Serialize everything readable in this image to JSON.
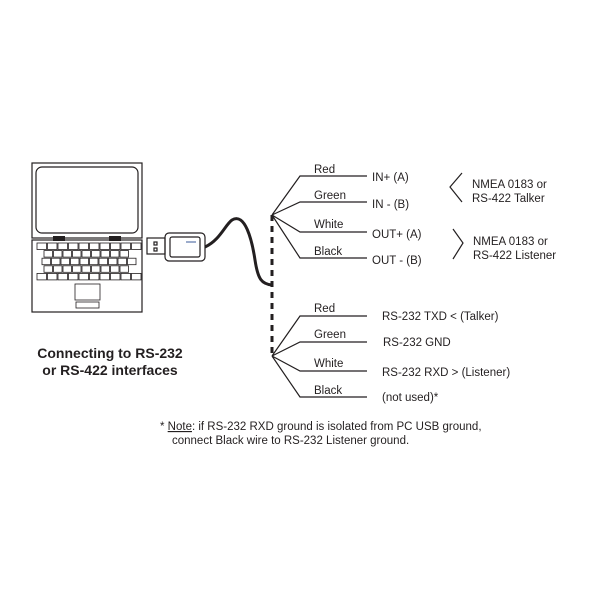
{
  "title": {
    "line1": "Connecting to RS-232",
    "line2": "or RS-422 interfaces"
  },
  "rs422": {
    "wires": [
      {
        "color": "Red",
        "signal": "IN+ (A)"
      },
      {
        "color": "Green",
        "signal": "IN - (B)"
      },
      {
        "color": "White",
        "signal": "OUT+ (A)"
      },
      {
        "color": "Black",
        "signal": "OUT - (B)"
      }
    ],
    "talker": {
      "line1": "NMEA 0183 or",
      "line2": "RS-422 Talker"
    },
    "listener": {
      "line1": "NMEA 0183 or",
      "line2": "RS-422 Listener"
    }
  },
  "rs232": {
    "wires": [
      {
        "color": "Red",
        "signal": "RS-232 TXD < (Talker)"
      },
      {
        "color": "Green",
        "signal": "RS-232 GND"
      },
      {
        "color": "White",
        "signal": "RS-232 RXD > (Listener)"
      },
      {
        "color": "Black",
        "signal": "(not used)*"
      }
    ]
  },
  "note": {
    "prefix": "* ",
    "label": "Note",
    "line1": ": if RS-232 RXD ground is isolated from PC USB ground,",
    "line2": "connect Black wire to RS-232 Listener ground."
  }
}
